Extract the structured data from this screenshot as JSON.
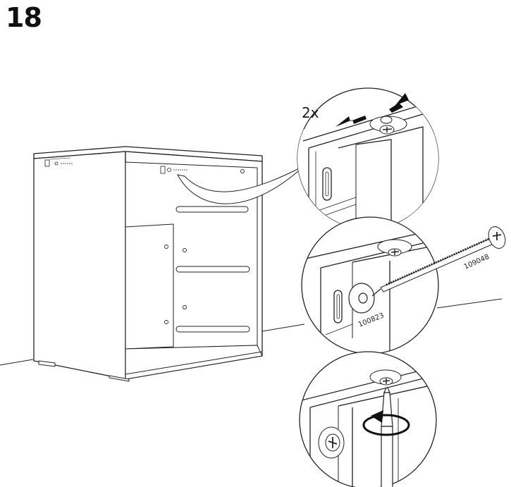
{
  "step": {
    "number": "18"
  },
  "callouts": {
    "quantity": "2x",
    "screw_part": "109048",
    "washer_part": "100823"
  },
  "colors": {
    "line": "#222222",
    "paper": "#ffffff",
    "shade": "#f2f2f2"
  }
}
